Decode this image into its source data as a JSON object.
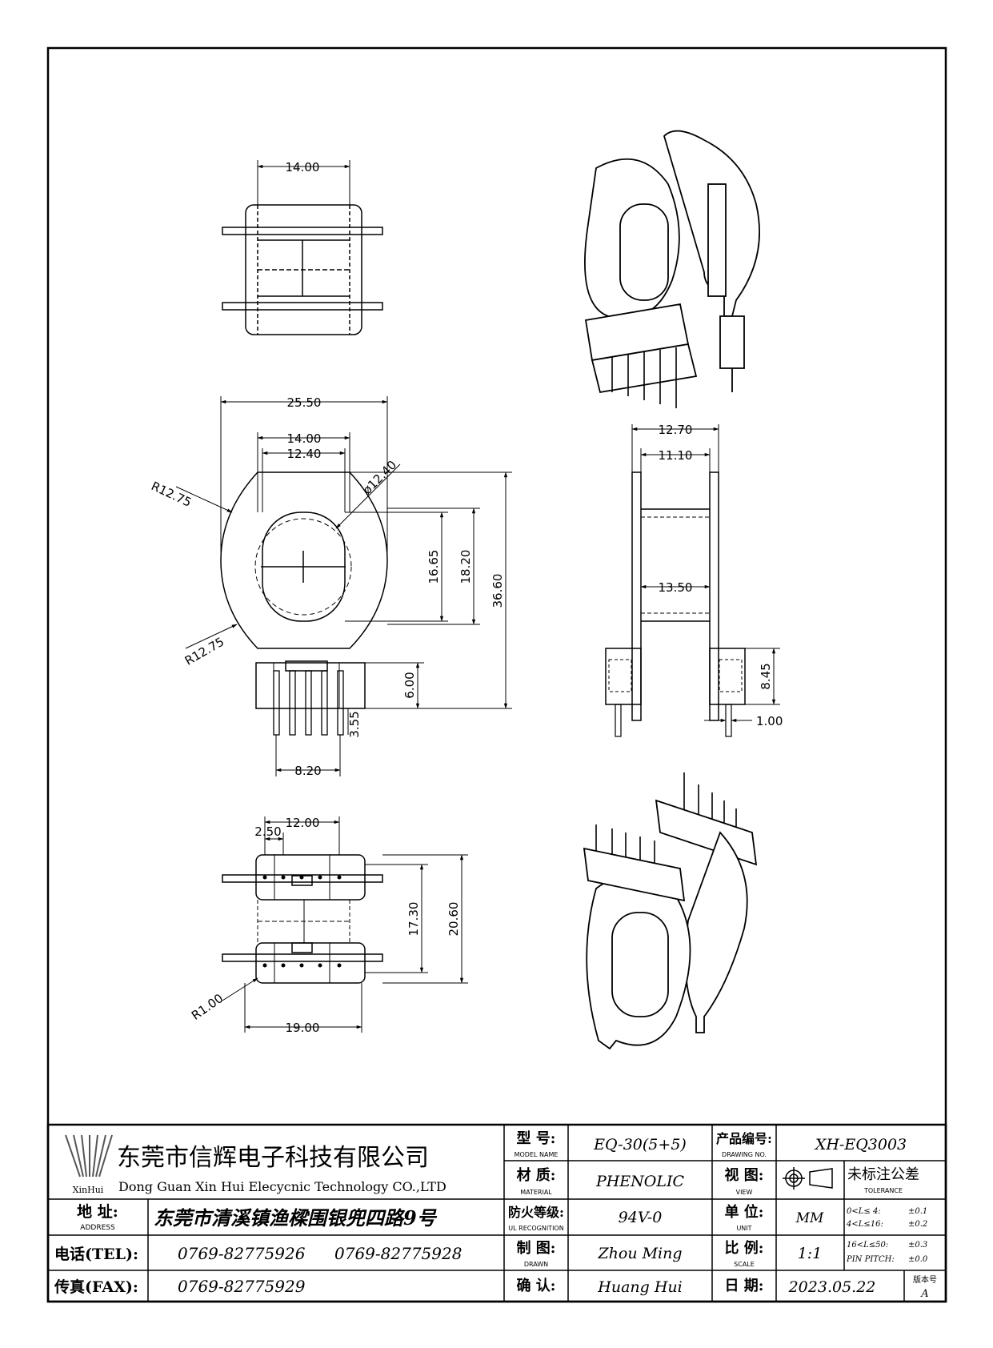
{
  "company": {
    "logo_text": "XinHui",
    "name_cn": "东莞市信辉电子科技有限公司",
    "name_en": "Dong Guan Xin Hui Elecycnic Technology CO.,LTD"
  },
  "title_block": {
    "address_label_cn": "地  址:",
    "address_label_en": "ADDRESS",
    "address": "东莞市清溪镇渔樑围银兜四路9号",
    "tel_label": "电话(TEL):",
    "tel1": "0769-82775926",
    "tel2": "0769-82775928",
    "fax_label": "传真(FAX):",
    "fax": "0769-82775929",
    "model_label_cn": "型  号:",
    "model_label_en": "MODEL NAME",
    "model": "EQ-30(5+5)",
    "material_label_cn": "材  质:",
    "material_label_en": "MATERIAL",
    "material": "PHENOLIC",
    "ul_label_cn": "防火等级:",
    "ul_label_en": "UL RECOGNITION",
    "ul": "94V-0",
    "drawn_label_cn": "制  图:",
    "drawn_label_en": "DRAWN",
    "drawn": "Zhou Ming",
    "confirm_label_cn": "确  认:",
    "confirm": "Huang Hui",
    "drawing_no_label_cn": "产品编号:",
    "drawing_no_label_en": "DRAWING NO.",
    "drawing_no": "XH-EQ3003",
    "view_label_cn": "视  图:",
    "view_label_en": "VIEW",
    "tolerance_label_cn": "未标注公差",
    "tolerance_label_en": "TOLERANCE",
    "unit_label_cn": "单  位:",
    "unit_label_en": "UNIT",
    "unit": "MM",
    "scale_label_cn": "比  例:",
    "scale_label_en": "SCALE",
    "scale": "1:1",
    "date_label_cn": "日  期:",
    "date": "2023.05.22",
    "version_label": "版本号",
    "version": "A",
    "tolerances": [
      {
        "range": "0<L≤ 4:",
        "value": "±0.1"
      },
      {
        "range": "4<L≤16:",
        "value": "±0.2"
      },
      {
        "range": "16<L≤50:",
        "value": "±0.3"
      },
      {
        "range": "PIN PITCH:",
        "value": "±0.0"
      }
    ]
  },
  "dimensions": {
    "top_width": "14.00",
    "front_overall": "25.50",
    "front_inner": "14.00",
    "front_core": "12.40",
    "radius_top": "R12.75",
    "radius_bottom": "R12.75",
    "hole_dia": "ø12.40",
    "hole_h": "16.65",
    "flange_h": "18.20",
    "total_h": "36.60",
    "base_h": "6.00",
    "pin_len": "3.55",
    "pin_span": "8.20",
    "side_overall": "12.70",
    "side_inner": "11.10",
    "side_core": "13.50",
    "side_base": "8.45",
    "pin_dia": "1.00",
    "bottom_span": "12.00",
    "pitch": "2.50",
    "bottom_row_gap": "17.30",
    "bottom_total": "20.60",
    "corner_r": "R1.00",
    "bottom_width": "19.00"
  }
}
